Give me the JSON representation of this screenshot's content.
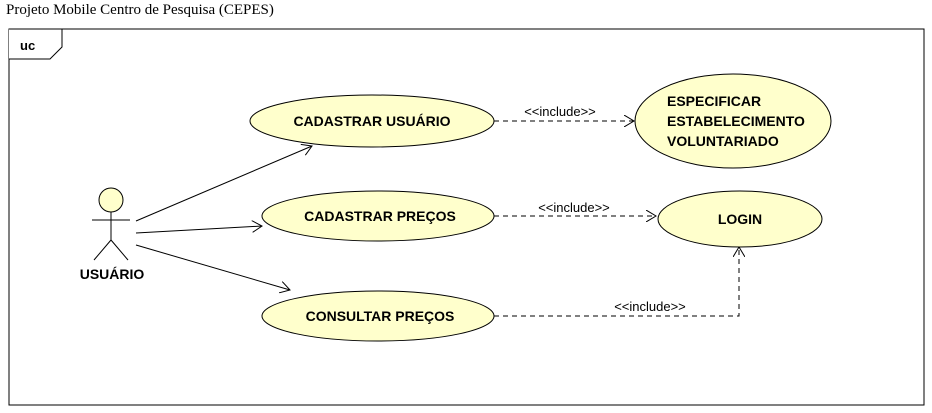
{
  "page_title": "Projeto Mobile Centro de Pesquisa (CEPES)",
  "frame_label": "uc",
  "actor": {
    "name": "USUÁRIO"
  },
  "use_cases": {
    "cadastrar_usuario": "CADASTRAR USUÁRIO",
    "cadastrar_precos": "CADASTRAR PREÇOS",
    "consultar_precos": "CONSULTAR PREÇOS",
    "especificar": [
      "ESPECIFICAR",
      "ESTABELECIMENTO",
      "VOLUNTARIADO"
    ],
    "login": "LOGIN"
  },
  "relationships": {
    "include_1": "<<include>>",
    "include_2": "<<include>>",
    "include_3": "<<include>>"
  },
  "colors": {
    "use_case_fill": "#ffffcc",
    "stroke": "#000000"
  }
}
